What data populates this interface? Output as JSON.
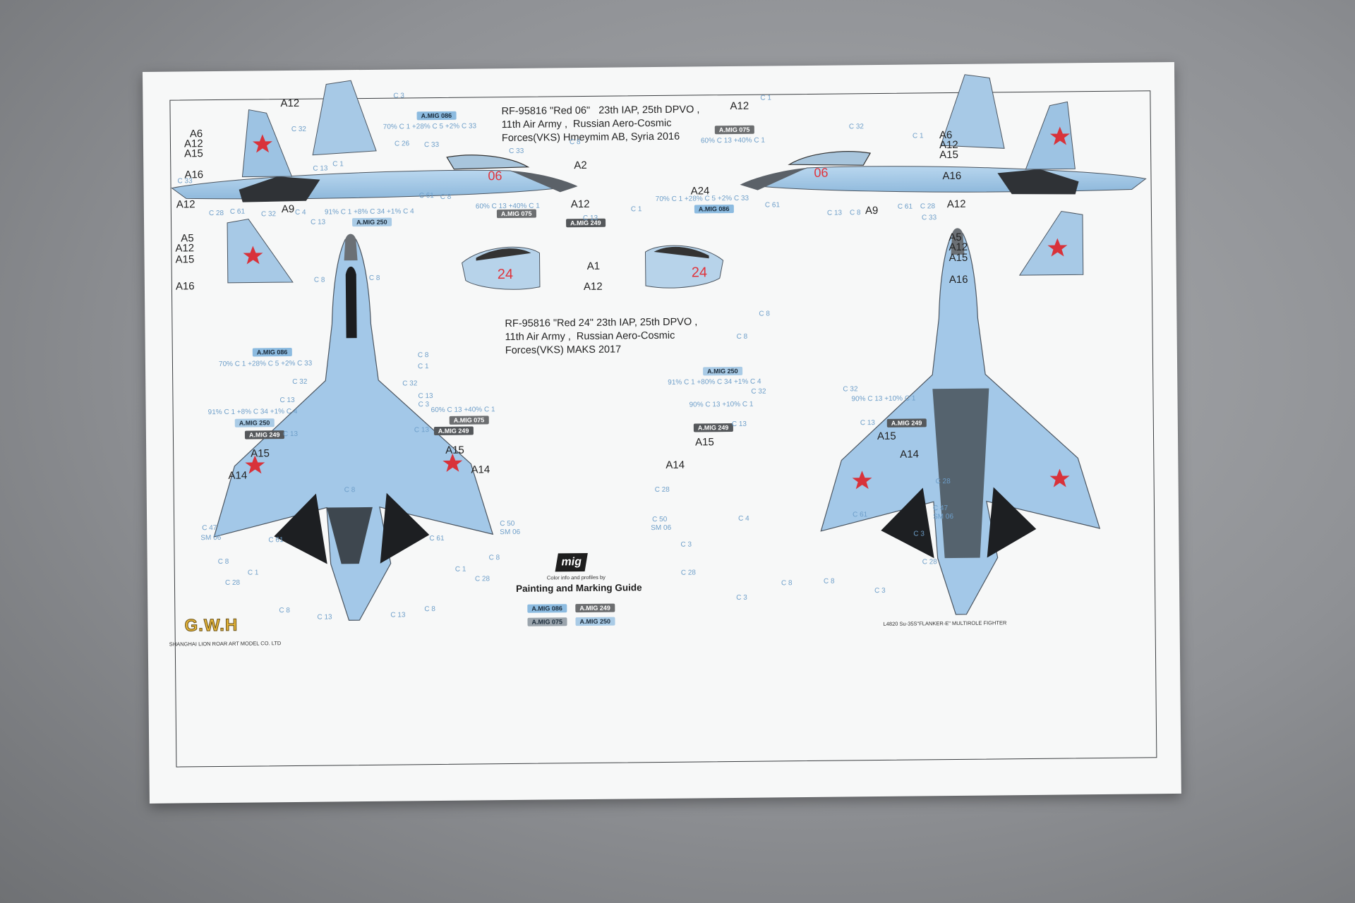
{
  "guide": {
    "title": "Painting and Marking Guide",
    "mig_logo_text": "mig",
    "mig_tagline": "Color info and profiles by",
    "product_line": "L4820 Su-35S\"FLANKER-E\" MULTIROLE FIGHTER",
    "company": "SHANGHAI LION ROAR ART MODEL CO. LTD",
    "brand_logo": "G.W.H"
  },
  "schemes": [
    {
      "caption": "RF-95816 \"Red 06\"   23th IAP, 25th DPVO ,\n11th Air Army ,  Russian Aero-Cosmic\nForces(VKS) Hmeymim AB, Syria 2016",
      "serial": "06"
    },
    {
      "caption": "RF-95816 \"Red 24\" 23th IAP, 25th DPVO ,\n11th Air Army ,  Russian Aero-Cosmic\nForces(VKS) MAKS 2017",
      "serial": "24"
    }
  ],
  "legend": [
    {
      "name": "A.MIG 086",
      "color": "#8cbbe0"
    },
    {
      "name": "A.MIG 249",
      "color": "#6c6e70"
    },
    {
      "name": "A.MIG 075",
      "color": "#9aa4ac"
    },
    {
      "name": "A.MIG 250",
      "color": "#a9cbe6"
    }
  ],
  "callouts": {
    "A1": "A1",
    "A2": "A2",
    "A5": "A5",
    "A6": "A6",
    "A9": "A9",
    "A12": "A12",
    "A14": "A14",
    "A15": "A15",
    "A16": "A16",
    "A24": "A24"
  },
  "mixes": {
    "m086": "70% C 1 +28% C 5 +2% C 33",
    "m075": "60% C 13 +40% C 1",
    "m250": "91% C 1 +8% C 34 +1% C 4",
    "m250b": "91% C 1 +80% C 34 +1% C 4",
    "m249": "90% C 13 +10% C 1"
  },
  "codes": [
    "C 1",
    "C 3",
    "C 4",
    "C 5",
    "C 8",
    "C 13",
    "C 26",
    "C 28",
    "C 32",
    "C 33",
    "C 47",
    "C 50",
    "C 61",
    "SM 06"
  ]
}
